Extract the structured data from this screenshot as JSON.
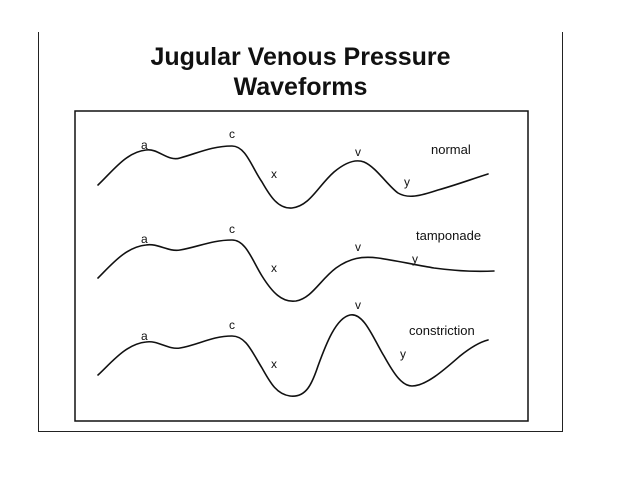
{
  "title": {
    "line1": "Jugular Venous Pressure",
    "line2": "Waveforms"
  },
  "waveforms": [
    {
      "name": "normal",
      "labels": {
        "a": "a",
        "c": "c",
        "x": "x",
        "v": "v",
        "y": "y"
      }
    },
    {
      "name": "tamponade",
      "labels": {
        "a": "a",
        "c": "c",
        "x": "x",
        "v": "v",
        "y": "y"
      }
    },
    {
      "name": "constriction",
      "labels": {
        "a": "a",
        "c": "c",
        "x": "x",
        "v": "v",
        "y": "y"
      }
    }
  ]
}
